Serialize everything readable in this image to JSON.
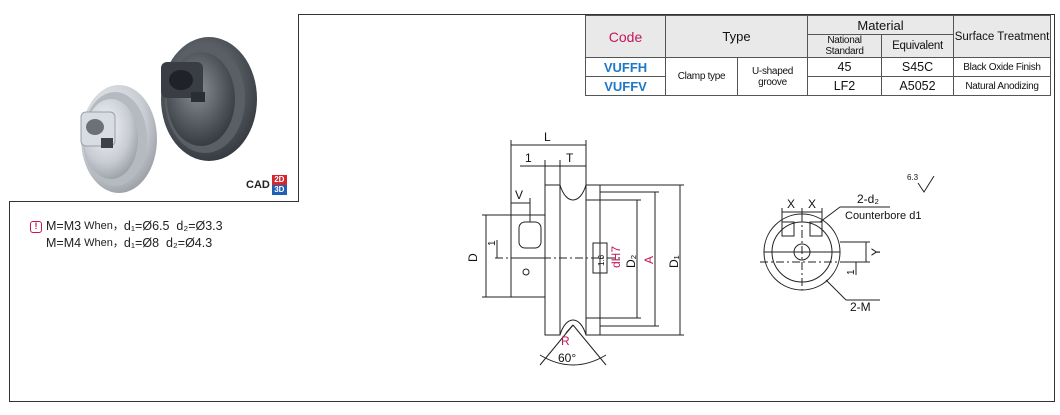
{
  "cad_badge": {
    "label": "CAD",
    "tag_2d": "2D",
    "tag_3d": "3D"
  },
  "notes": [
    {
      "icon": "!",
      "prefix": "M=M3",
      "cond": " When，",
      "d1": "d₁=Ø6.5",
      "d2": "d₂=Ø3.3"
    },
    {
      "prefix": "M=M4",
      "cond": " When，",
      "d1": "d₁=Ø8",
      "d2": "d₂=Ø4.3"
    }
  ],
  "table": {
    "headers": {
      "code": "Code",
      "type": "Type",
      "material": "Material",
      "national_standard": "National Standard",
      "equivalent": "Equivalent",
      "surface_treatment": "Surface Treatment"
    },
    "rows": [
      {
        "code": "VUFFH",
        "type_a": "Clamp type",
        "type_b": "U-shaped groove",
        "national": "45",
        "equivalent": "S45C",
        "surface": "Black Oxide Finish"
      },
      {
        "code": "VUFFV",
        "national": "LF2",
        "equivalent": "A5052",
        "surface": "Natural Anodizing"
      }
    ]
  },
  "drawing": {
    "L": "L",
    "T": "T",
    "one_a": "1",
    "V": "V",
    "D": "D",
    "one_b": "1",
    "tol_box": "1.6",
    "dH7": "dH7",
    "D2": "D₂",
    "A": "A",
    "D1": "D₁",
    "R": "R",
    "angle": "60°",
    "X": "X",
    "Y": "Y",
    "one_c": "1",
    "d2_callout": "2-d₂",
    "counterbore": "Counterbore d1",
    "M_callout": "2-M",
    "roughness": "6.3"
  }
}
